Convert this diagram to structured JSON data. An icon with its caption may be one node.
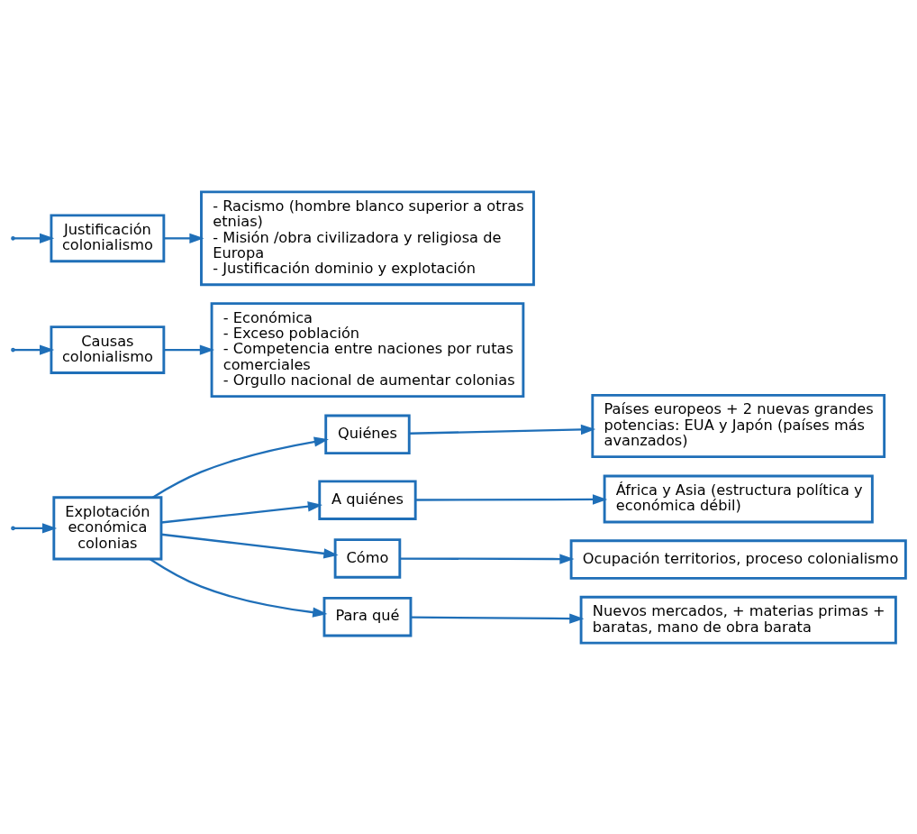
{
  "diagram": {
    "nodes": [
      {
        "text": [
          "Explotación económica colonias"
        ]
      },
      {
        "text": [
          "Quiénes"
        ]
      },
      {
        "text": [
          "Países europeos + 2 nuevas grandes potencias: EUA y Japón (países más avanzados)"
        ]
      },
      {
        "text": [
          "A quiénes"
        ]
      },
      {
        "text": [
          "África y Asia (estructura política y económica débil)"
        ]
      },
      {
        "text": [
          "Cómo"
        ]
      },
      {
        "text": [
          "Ocupación territorios, proceso colonialismo"
        ]
      },
      {
        "text": [
          "Para qué"
        ]
      },
      {
        "text": [
          "Nuevos mercados, + materias primas + baratas, mano de obra barata"
        ]
      },
      {
        "text": [
          "Causas colonialismo"
        ]
      },
      {
        "text": [
          "- Económica",
          "- Exceso población",
          "- Competencia entre naciones por rutas comerciales",
          "- Orgullo nacional de aumentar colonias"
        ]
      },
      {
        "text": [
          "Justificación colonialismo"
        ]
      },
      {
        "text": [
          "- Racismo (hombre blanco superior a otras etnias)",
          "- Misión /obra civilizadora y religiosa de Europa",
          "- Justificación dominio y explotación"
        ]
      }
    ],
    "edges": [
      {
        "from": null,
        "to": 0,
        "arrow": "to"
      },
      {
        "from": null,
        "to": 9,
        "arrow": "to"
      },
      {
        "from": null,
        "to": 11,
        "arrow": "to"
      },
      {
        "from": 0,
        "to": 1,
        "arrow": "to"
      },
      {
        "from": 0,
        "to": 3,
        "arrow": "to"
      },
      {
        "from": 0,
        "to": 5,
        "arrow": "to"
      },
      {
        "from": 0,
        "to": 7,
        "arrow": "to"
      },
      {
        "from": 1,
        "to": 2,
        "arrow": "to"
      },
      {
        "from": 3,
        "to": 4,
        "arrow": "to"
      },
      {
        "from": 5,
        "to": 6,
        "arrow": "to"
      },
      {
        "from": 7,
        "to": 8,
        "arrow": "to"
      },
      {
        "from": 9,
        "to": 10,
        "arrow": "to"
      },
      {
        "from": 11,
        "to": 12,
        "arrow": "to"
      }
    ]
  }
}
